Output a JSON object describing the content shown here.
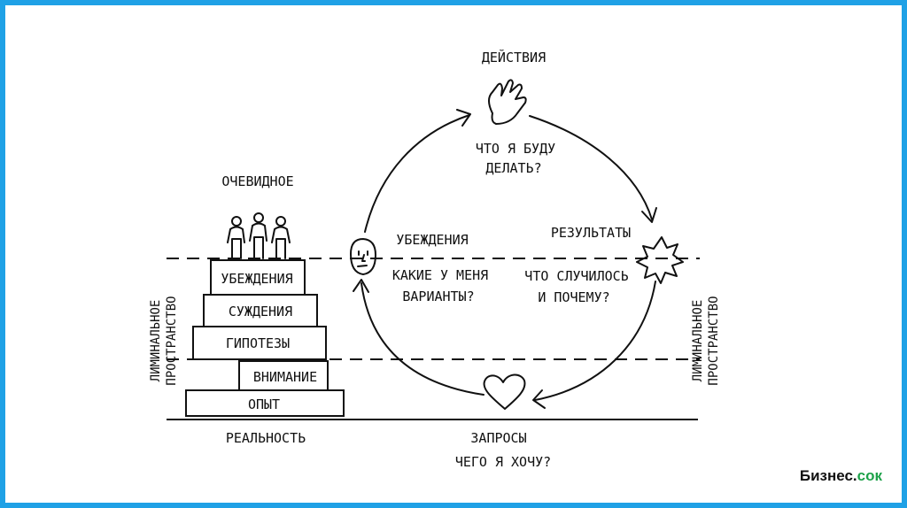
{
  "labels": {
    "actions": "ДЕЙСТВИЯ",
    "actions_q1": "ЧТО Я БУДУ",
    "actions_q2": "ДЕЛАТЬ?",
    "results": "РЕЗУЛЬТАТЫ",
    "results_q1": "ЧТО СЛУЧИЛОСЬ",
    "results_q2": "И ПОЧЕМУ?",
    "requests": "ЗАПРОСЫ",
    "requests_q": "ЧЕГО Я ХОЧУ?",
    "beliefs": "УБЕЖДЕНИЯ",
    "beliefs_q1": "КАКИЕ У МЕНЯ",
    "beliefs_q2": "ВАРИАНТЫ?",
    "obvious": "ОЧЕВИДНОЕ",
    "reality": "РЕАЛЬНОСТЬ",
    "liminal_line1": "ЛИМИНАЛЬНОЕ",
    "liminal_line2": "ПРОСТРАНСТВО"
  },
  "steps": [
    "УБЕЖДЕНИЯ",
    "СУЖДЕНИЯ",
    "ГИПОТЕЗЫ",
    "ВНИМАНИЕ",
    "ОПЫТ"
  ],
  "brand": {
    "main": "Бизнес.",
    "accent": "сок"
  },
  "colors": {
    "frame": "#1fa1e6",
    "brand_accent": "#1ea24a"
  }
}
